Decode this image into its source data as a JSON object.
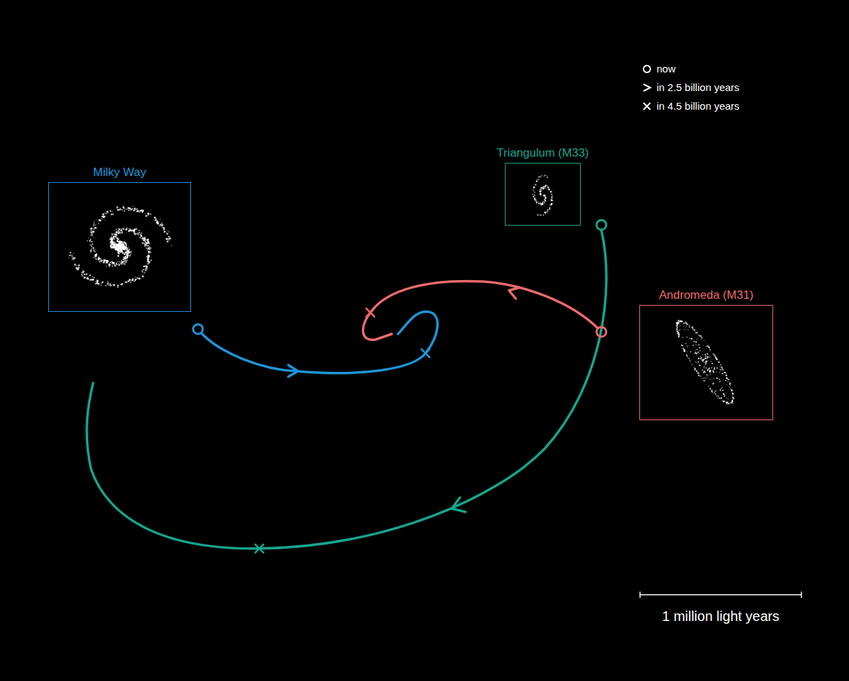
{
  "diagram": {
    "nodes": [
      {
        "text": [
          "Milky Way"
        ]
      },
      {
        "text": [
          "Triangulum (M33)"
        ]
      },
      {
        "text": [
          "Andromeda (M31)"
        ]
      }
    ],
    "labels": [
      "1 million light years"
    ],
    "legend": [
      {
        "text": "now"
      },
      {
        "text": "in 2.5 billion years"
      },
      {
        "text": "in 4.5 billion years"
      }
    ]
  }
}
